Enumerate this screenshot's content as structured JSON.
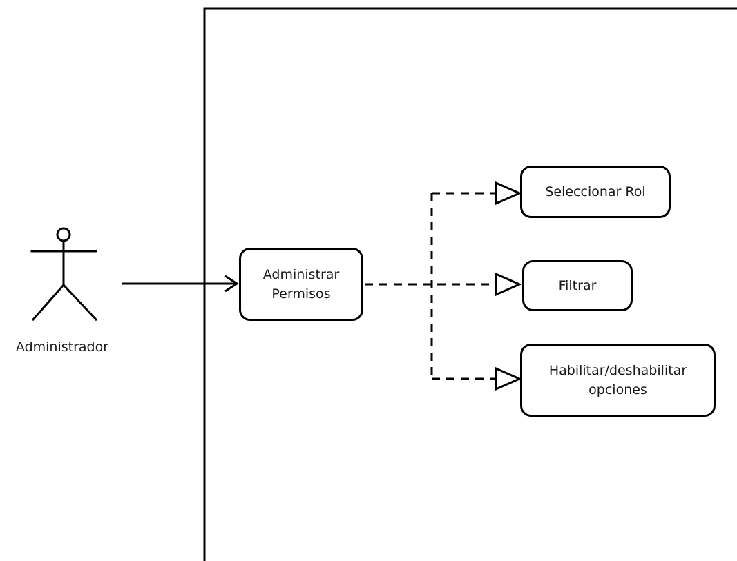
{
  "actor": {
    "label": "Administrador"
  },
  "use_cases": {
    "main": {
      "label": "Administrar\nPermisos"
    },
    "seleccionar_rol": {
      "label": "Seleccionar Rol"
    },
    "filtrar": {
      "label": "Filtrar"
    },
    "habilitar": {
      "label": "Habilitar/deshabilitar\nopciones"
    }
  },
  "relations": [
    {
      "from": "Administrador",
      "to": "Administrar Permisos",
      "style": "solid"
    },
    {
      "from": "Administrar Permisos",
      "to": "Seleccionar Rol",
      "style": "dashed"
    },
    {
      "from": "Administrar Permisos",
      "to": "Filtrar",
      "style": "dashed"
    },
    {
      "from": "Administrar Permisos",
      "to": "Habilitar/deshabilitar opciones",
      "style": "dashed"
    }
  ],
  "colors": {
    "line": "#000000",
    "background": "#ffffff",
    "text": "#1a1a1a"
  }
}
